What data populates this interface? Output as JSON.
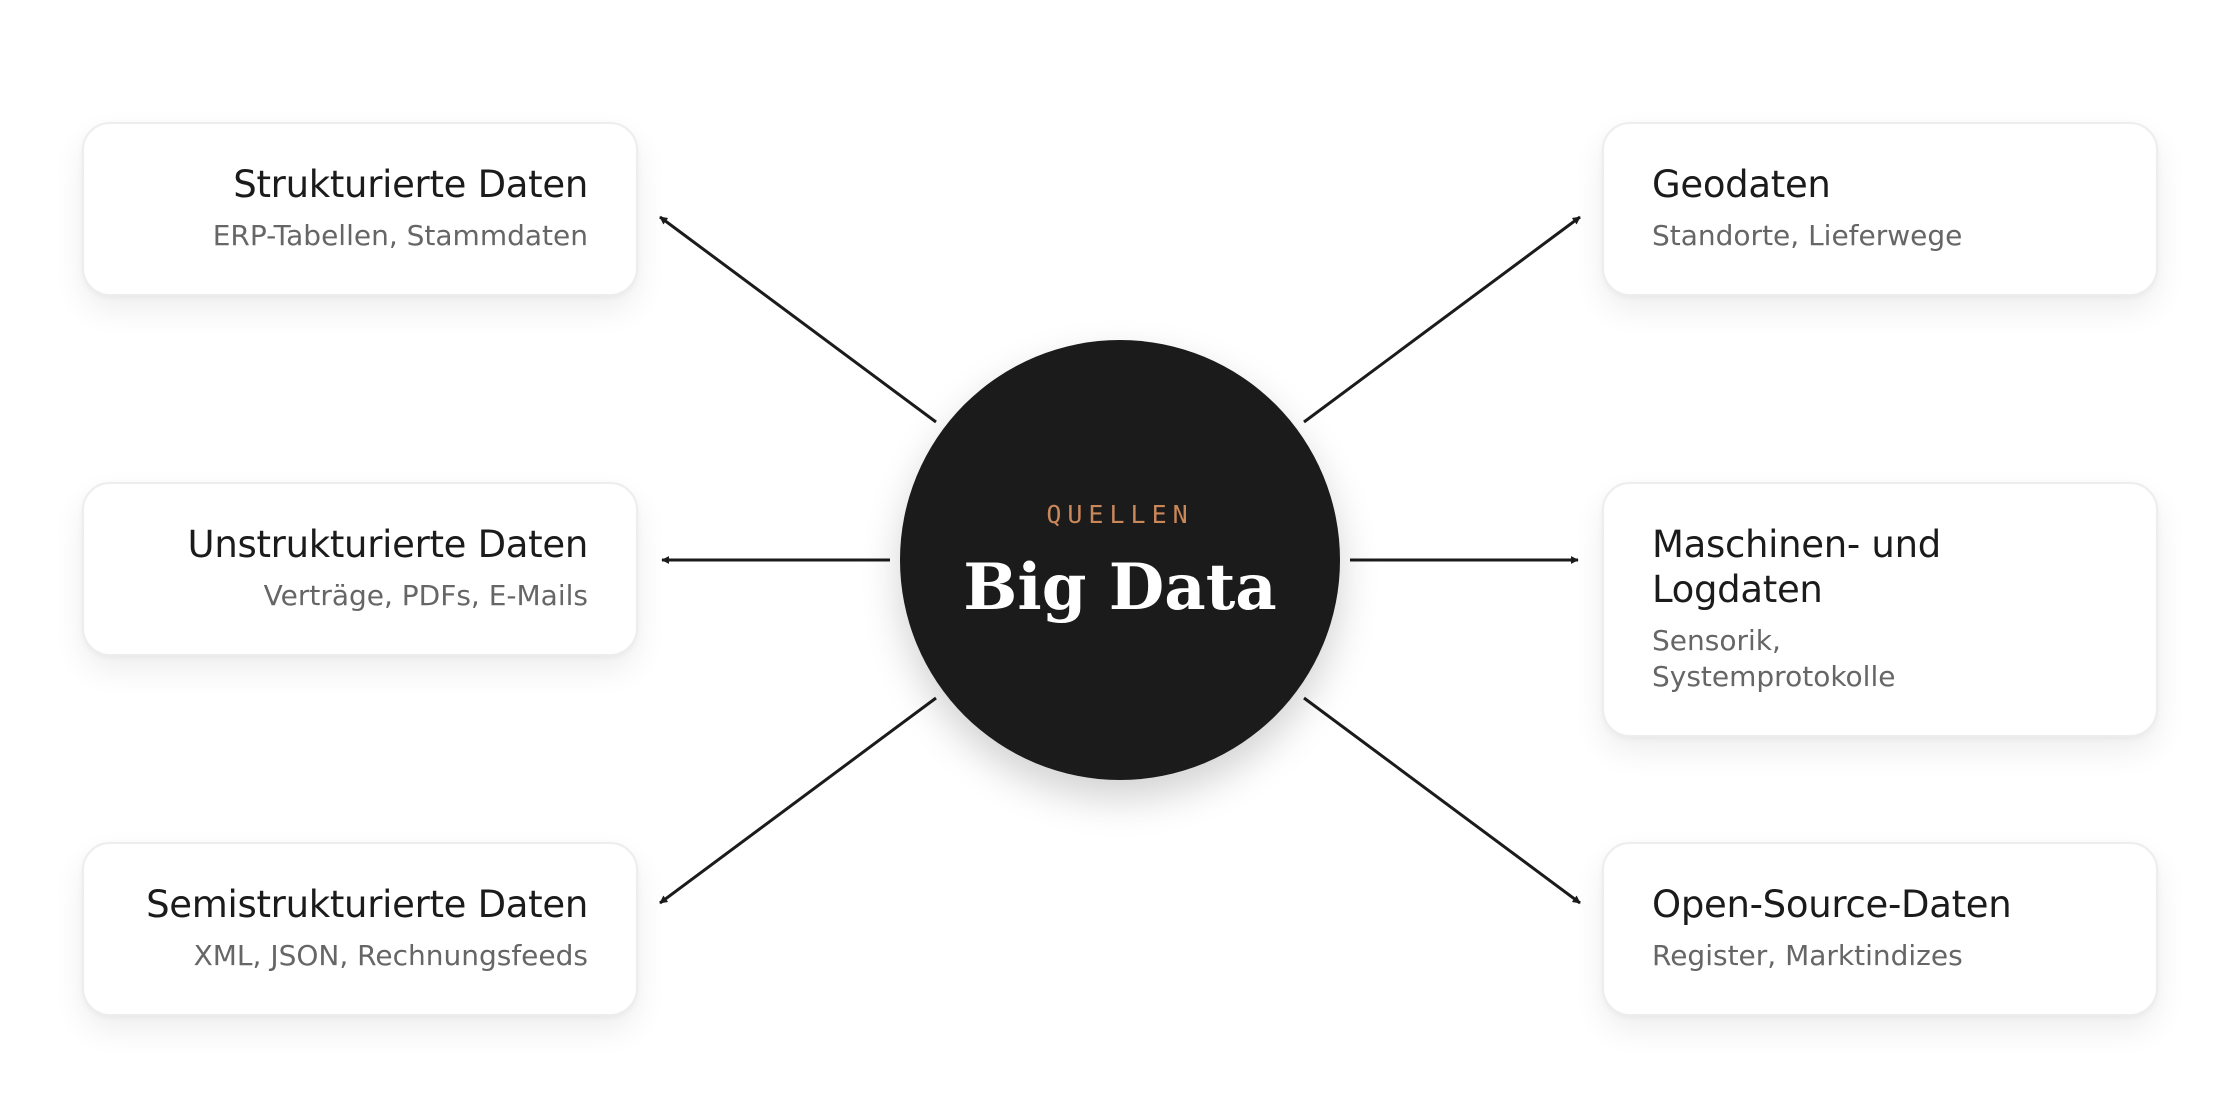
{
  "hub": {
    "kicker": "QUELLEN",
    "title": "Big Data"
  },
  "sources": [
    {
      "title": "Strukturierte Daten",
      "subtitle": "ERP-Tabellen, Stammdaten"
    },
    {
      "title": "Unstrukturierte Daten",
      "subtitle": "Verträge, PDFs, E-Mails"
    },
    {
      "title": "Semistrukturierte Daten",
      "subtitle": "XML, JSON, Rechnungsfeeds"
    },
    {
      "title": "Geodaten",
      "subtitle": "Standorte, Lieferwege"
    },
    {
      "title": "Maschinen- und Logdaten",
      "subtitle": "Sensorik, Systemprotokolle"
    },
    {
      "title": "Open-Source-Daten",
      "subtitle": "Register, Marktindizes"
    }
  ],
  "colors": {
    "hub_fill": "#1b1b1b",
    "kicker_accent": "#c9875a",
    "arrow": "#1b1b1b",
    "card_border": "#ededed",
    "subtitle_text": "#666666"
  }
}
